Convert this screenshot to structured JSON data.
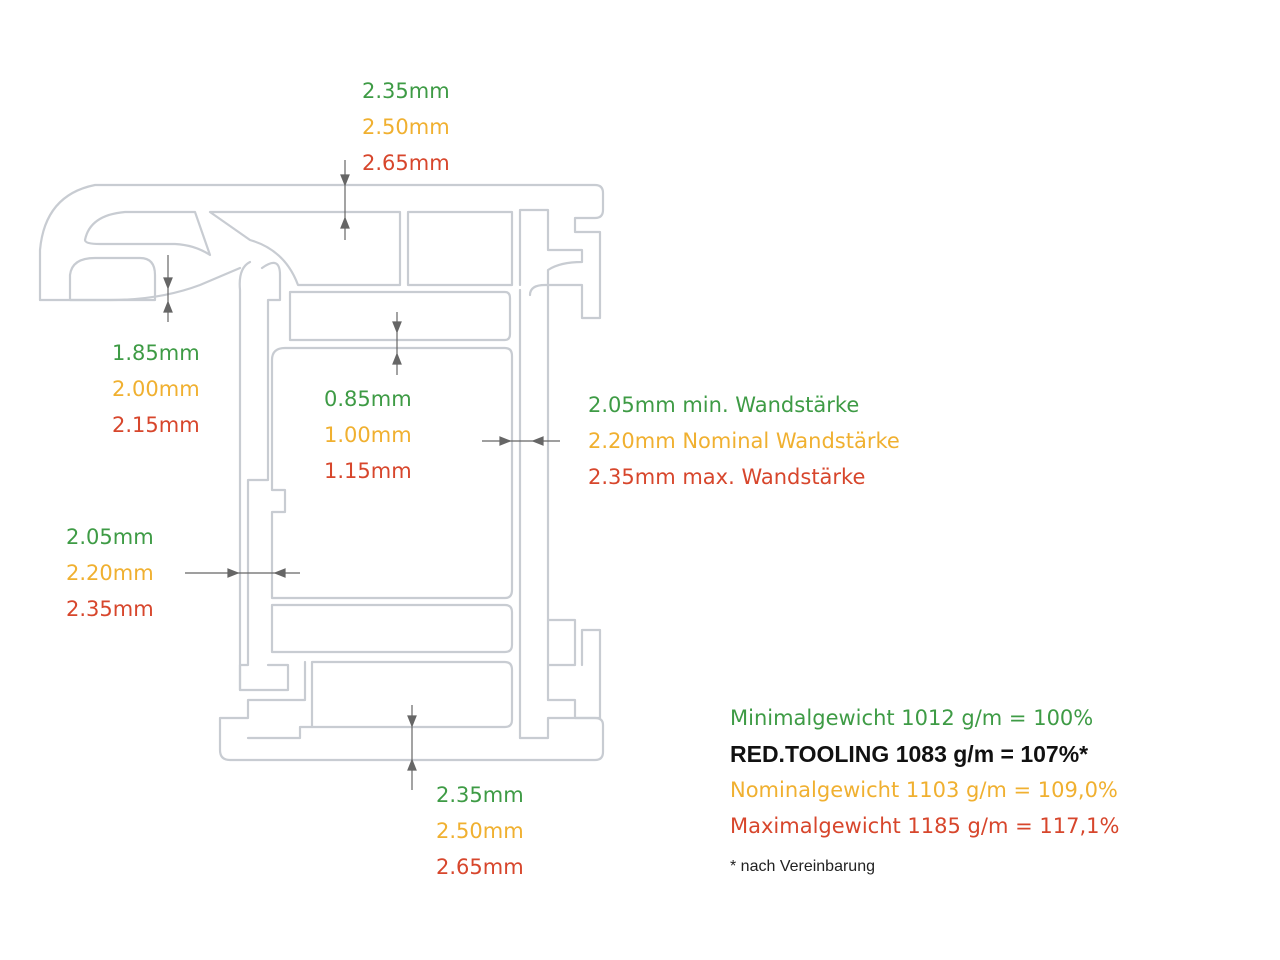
{
  "colors": {
    "min": "#3e9b45",
    "nominal": "#f0b030",
    "max": "#d7462c",
    "outline": "#c8ccd2"
  },
  "dims": {
    "top": {
      "min": "2.35mm",
      "nom": "2.50mm",
      "max": "2.65mm"
    },
    "left_upper": {
      "min": "1.85mm",
      "nom": "2.00mm",
      "max": "2.15mm"
    },
    "center": {
      "min": "0.85mm",
      "nom": "1.00mm",
      "max": "1.15mm"
    },
    "right": {
      "min": "2.05mm min. Wandstärke",
      "nom": "2.20mm Nominal Wandstärke",
      "max": "2.35mm max. Wandstärke"
    },
    "left_lower": {
      "min": "2.05mm",
      "nom": "2.20mm",
      "max": "2.35mm"
    },
    "bottom": {
      "min": "2.35mm",
      "nom": "2.50mm",
      "max": "2.65mm"
    }
  },
  "weights": {
    "min": "Minimalgewicht 1012 g/m = 100%",
    "red": "RED.TOOLING 1083 g/m = 107%*",
    "nominal": "Nominalgewicht 1103 g/m = 109,0%",
    "max": "Maximalgewicht 1185 g/m = 117,1%"
  },
  "note": "* nach Vereinbarung"
}
